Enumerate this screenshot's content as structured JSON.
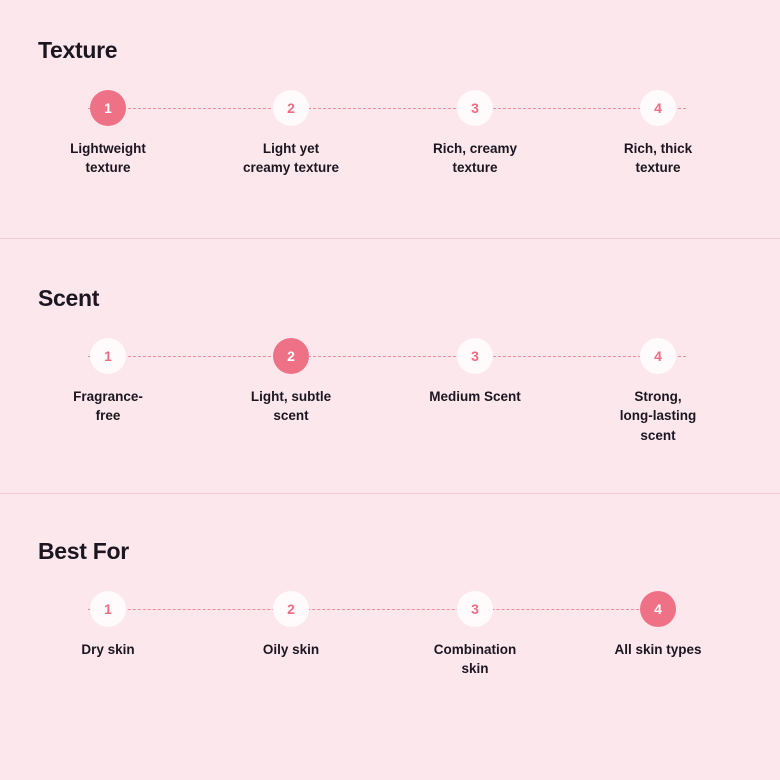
{
  "theme": {
    "background": "#fce7ed",
    "accent": "#ef7185",
    "accent_text": "#ef6d83",
    "bubble_inactive_bg": "#fffafb",
    "dash_color": "#ee8b9d",
    "divider": "#f6c8d3",
    "text": "#1b1620"
  },
  "sections": [
    {
      "title": "Texture",
      "active_step": 1,
      "steps": [
        {
          "number": "1",
          "label": "Lightweight\ntexture",
          "active": true
        },
        {
          "number": "2",
          "label": "Light yet\ncreamy texture",
          "active": false
        },
        {
          "number": "3",
          "label": "Rich, creamy\ntexture",
          "active": false
        },
        {
          "number": "4",
          "label": "Rich, thick\ntexture",
          "active": false
        }
      ]
    },
    {
      "title": "Scent",
      "active_step": 2,
      "steps": [
        {
          "number": "1",
          "label": "Fragrance-\nfree",
          "active": false
        },
        {
          "number": "2",
          "label": "Light, subtle\nscent",
          "active": true
        },
        {
          "number": "3",
          "label": "Medium Scent",
          "active": false
        },
        {
          "number": "4",
          "label": "Strong,\nlong-lasting\nscent",
          "active": false
        }
      ]
    },
    {
      "title": "Best For",
      "active_step": 4,
      "steps": [
        {
          "number": "1",
          "label": "Dry skin",
          "active": false
        },
        {
          "number": "2",
          "label": "Oily skin",
          "active": false
        },
        {
          "number": "3",
          "label": "Combination\nskin",
          "active": false
        },
        {
          "number": "4",
          "label": "All skin types",
          "active": true
        }
      ]
    }
  ]
}
